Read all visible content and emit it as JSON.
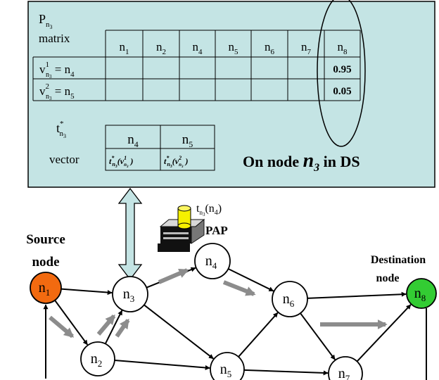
{
  "panel": {
    "matrix_symbol": "P",
    "matrix_subscript": "n",
    "matrix_subsub": "3",
    "matrix_word": "matrix",
    "columns": [
      {
        "base": "n",
        "sub": "1"
      },
      {
        "base": "n",
        "sub": "2"
      },
      {
        "base": "n",
        "sub": "4"
      },
      {
        "base": "n",
        "sub": "5"
      },
      {
        "base": "n",
        "sub": "6"
      },
      {
        "base": "n",
        "sub": "7"
      },
      {
        "base": "n",
        "sub": "8"
      }
    ],
    "rows": [
      {
        "v": "v",
        "v_sup": "1",
        "v_sub": "n",
        "v_subsub": "3",
        "eq": "= n",
        "eq_sub": "4",
        "n8_value": "0.95"
      },
      {
        "v": "v",
        "v_sup": "2",
        "v_sub": "n",
        "v_subsub": "3",
        "eq": "= n",
        "eq_sub": "5",
        "n8_value": "0.05"
      }
    ],
    "vector_symbol": "t",
    "vector_sup": "*",
    "vector_sub": "n",
    "vector_subsub": "3",
    "vector_word": "vector",
    "vector_columns": [
      {
        "base": "n",
        "sub": "4",
        "entry": "t",
        "entry_sup": "*",
        "entry_sub": "n",
        "entry_subsub": "3",
        "arg": "v",
        "arg_sup": "1",
        "arg_sub": "n",
        "arg_subsub": "3"
      },
      {
        "base": "n",
        "sub": "5",
        "entry": "t",
        "entry_sup": "*",
        "entry_sub": "n",
        "entry_subsub": "3",
        "arg": "v",
        "arg_sup": "2",
        "arg_sub": "n",
        "arg_subsub": "3"
      }
    ],
    "caption_prefix": "On node ",
    "caption_node": "n",
    "caption_node_sub": "3",
    "caption_suffix": " in DS"
  },
  "pap": {
    "label": "PAP",
    "timer_symbol": "t",
    "timer_sub": "n",
    "timer_subsub": "3",
    "timer_arg": "(n",
    "timer_arg_sub": "4",
    "timer_close": ")"
  },
  "source_label_1": "Source",
  "source_label_2": "node",
  "dest_label_1": "Destination",
  "dest_label_2": "node",
  "nodes": [
    {
      "id": "n1",
      "base": "n",
      "sub": "1",
      "fill": "#f26a10"
    },
    {
      "id": "n2",
      "base": "n",
      "sub": "2",
      "fill": "#ffffff"
    },
    {
      "id": "n3",
      "base": "n",
      "sub": "3",
      "fill": "#ffffff"
    },
    {
      "id": "n4",
      "base": "n",
      "sub": "4",
      "fill": "#ffffff"
    },
    {
      "id": "n5",
      "base": "n",
      "sub": "5",
      "fill": "#ffffff"
    },
    {
      "id": "n6",
      "base": "n",
      "sub": "6",
      "fill": "#ffffff"
    },
    {
      "id": "n7",
      "base": "n",
      "sub": "7",
      "fill": "#ffffff"
    },
    {
      "id": "n8",
      "base": "n",
      "sub": "8",
      "fill": "#33cc33"
    }
  ],
  "colors": {
    "panel_fill": "#c4e4e4",
    "gray_arrow": "#8c8c8c",
    "cylinder": "#f5f000"
  }
}
